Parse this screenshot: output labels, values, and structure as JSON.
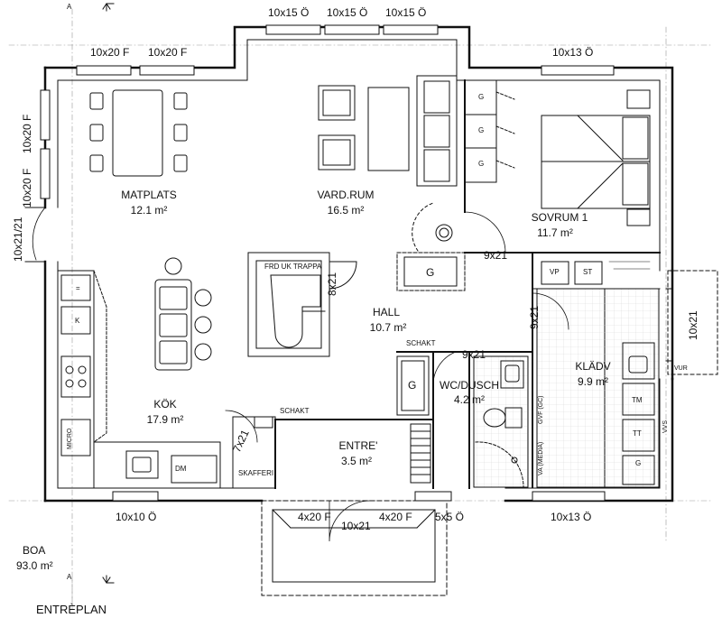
{
  "rooms": {
    "matplats": {
      "name": "MATPLATS",
      "area": "12.1 m²"
    },
    "vardrum": {
      "name": "VARD.RUM",
      "area": "16.5 m²"
    },
    "sovrum": {
      "name": "SOVRUM 1",
      "area": "11.7 m²"
    },
    "hall": {
      "name": "HALL",
      "area": "10.7 m²"
    },
    "kladv": {
      "name": "KLÄDV",
      "area": "9.9 m²"
    },
    "wc": {
      "name": "WC/DUSCH",
      "area": "4.2 m²"
    },
    "kok": {
      "name": "KÖK",
      "area": "17.9 m²"
    },
    "entre": {
      "name": "ENTRE'",
      "area": "3.5 m²"
    }
  },
  "windows": {
    "top1": "10x15 Ö",
    "top2": "10x15 Ö",
    "top3": "10x15 Ö",
    "topleft1": "10x20 F",
    "topleft2": "10x20 F",
    "topright": "10x13 Ö",
    "left1": "10x20 F",
    "left2": "10x20 F",
    "bottom_left": "10x10 Ö",
    "porch_left": "4x20 F",
    "porch_right": "4x20 F",
    "bottom_mid": "5x5 Ö",
    "bottom_right": "10x13 Ö"
  },
  "doors": {
    "left_door": "10x21/21",
    "right_door": "10x21",
    "porch_door": "10x21",
    "sovrum_door": "9x21",
    "wc_door": "9x21",
    "kladv_door": "9x21",
    "stair_door": "8x21",
    "kitchen_door": "7x21"
  },
  "fixtures": {
    "stair": "FRD UK TRAPPA",
    "shakt1": "SCHAKT",
    "shakt2": "SCHAKT",
    "skafferi": "SKAFFERI",
    "vp": "VP",
    "st": "ST",
    "tm": "TM",
    "tt": "TT",
    "g_laundry": "G",
    "g_fireplace": "G",
    "g_hall": "G",
    "g_wardrobe1": "G",
    "g_wardrobe2": "G",
    "g_wardrobe3": "G",
    "dm": "DM",
    "k": "K",
    "micro": "MICRO",
    "kyl": "=",
    "vur": "VUR",
    "vvs": "VVS",
    "vfmedia": "VA (MEDIA)",
    "gvf": "GVF (GC)"
  },
  "section": {
    "top": "A",
    "bottom": "A"
  },
  "boa": {
    "label": "BOA",
    "area": "93.0 m²"
  },
  "floor_name": "ENTRÈPLAN"
}
